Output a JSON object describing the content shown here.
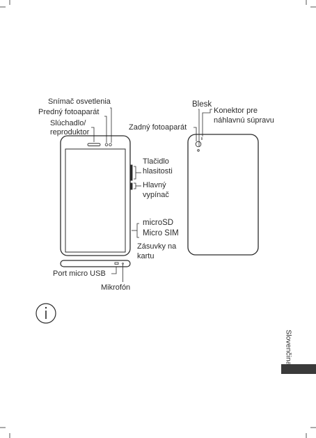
{
  "front_labels": {
    "light_sensor": "Snímač osvetlenia",
    "front_camera": "Predný fotoaparát",
    "earpiece_line1": "Slúchadlo/",
    "earpiece_line2": "reproduktor",
    "volume_line1": "Tlačidlo",
    "volume_line2": "hlasitosti",
    "power_line1": "Hlavný",
    "power_line2": "vypínač",
    "microsd": "microSD",
    "micro_sim": "Micro SIM",
    "slots_line1": "Zásuvky na",
    "slots_line2": "kartu",
    "usb_port": "Port micro USB",
    "microphone": "Mikrofón"
  },
  "back_labels": {
    "flash": "Blesk",
    "rear_camera": "Zadný fotoaparát",
    "headset_line1": "Konektor pre",
    "headset_line2": "náhlavnú súpravu"
  },
  "info_icon": "info-circle-icon",
  "side_tab": {
    "language": "Slovenčina",
    "bar_color": "#3a3a3a"
  }
}
